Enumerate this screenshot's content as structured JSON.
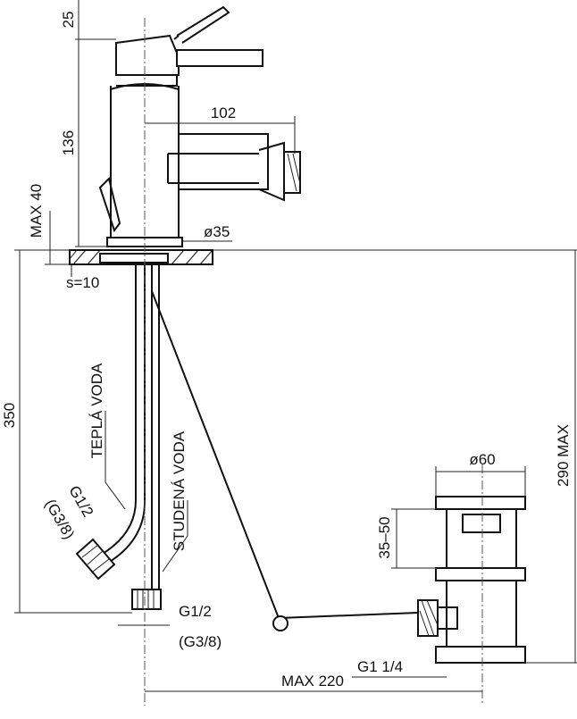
{
  "labels": {
    "dim_25": "25",
    "dim_136": "136",
    "dim_102": "102",
    "max_40": "MAX 40",
    "dia_35": "ø35",
    "s_10": "s=10",
    "dim_350": "350",
    "tepla_voda": "TEPLÁ VODA",
    "studena_voda": "STUDENÁ VODA",
    "g12_left": "G1/2",
    "g38_left": "(G3/8)",
    "g12_right": "G1/2",
    "g38_right": "(G3/8)",
    "dia_60": "ø60",
    "dim_35_50": "35–50",
    "max_290": "290 MAX",
    "g1_14": "G1  1/4",
    "max_220": "MAX 220"
  }
}
